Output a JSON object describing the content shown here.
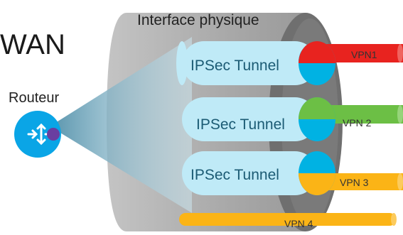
{
  "labels": {
    "wan": "WAN",
    "router": "Routeur",
    "physical_interface": "Interface physique"
  },
  "tunnels": [
    {
      "label": "IPSec Tunnel",
      "vpn": "VPN1",
      "vpn_color": "#e8231f"
    },
    {
      "label": "IPSec Tunnel",
      "vpn": "VPN 2",
      "vpn_color": "#6cbf45"
    },
    {
      "label": "IPSec Tunnel",
      "vpn": "VPN 3",
      "vpn_color": "#fbb416"
    }
  ],
  "direct_vpn": {
    "label": "VPN 4",
    "color": "#fbb416"
  },
  "colors": {
    "cylinder": "#a8a8a8",
    "cylinder_dark": "#6f6f6f",
    "tunnel_fill": "#bfeaf7",
    "tunnel_cap": "#00b2e3",
    "router": "#0aa5e6",
    "router_dot": "#6a3ea0",
    "cone": "#7fb2c5"
  },
  "icons": {
    "router": "router-arrows-icon"
  }
}
